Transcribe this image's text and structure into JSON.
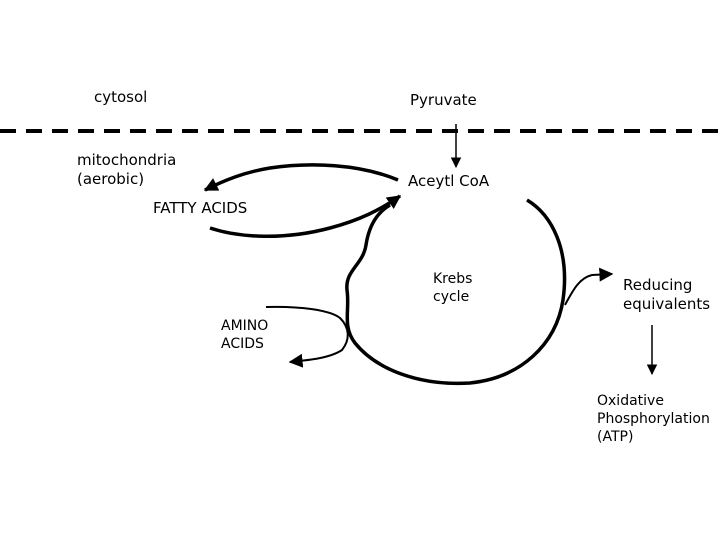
{
  "labels": {
    "cytosol": "cytosol",
    "pyruvate": "Pyruvate",
    "mitochondria": "mitochondria\n(aerobic)",
    "acetyl_coa": "Aceytl CoA",
    "fatty_acids": "FATTY ACIDS",
    "krebs_cycle": "Krebs\ncycle",
    "reducing_equivalents": "Reducing\nequivalents",
    "amino_acids": "AMINO\nACIDS",
    "oxidative_phosphorylation": "Oxidative\nPhosphorylation\n(ATP)"
  },
  "colors": {
    "line": "#000000",
    "background": "#ffffff"
  }
}
